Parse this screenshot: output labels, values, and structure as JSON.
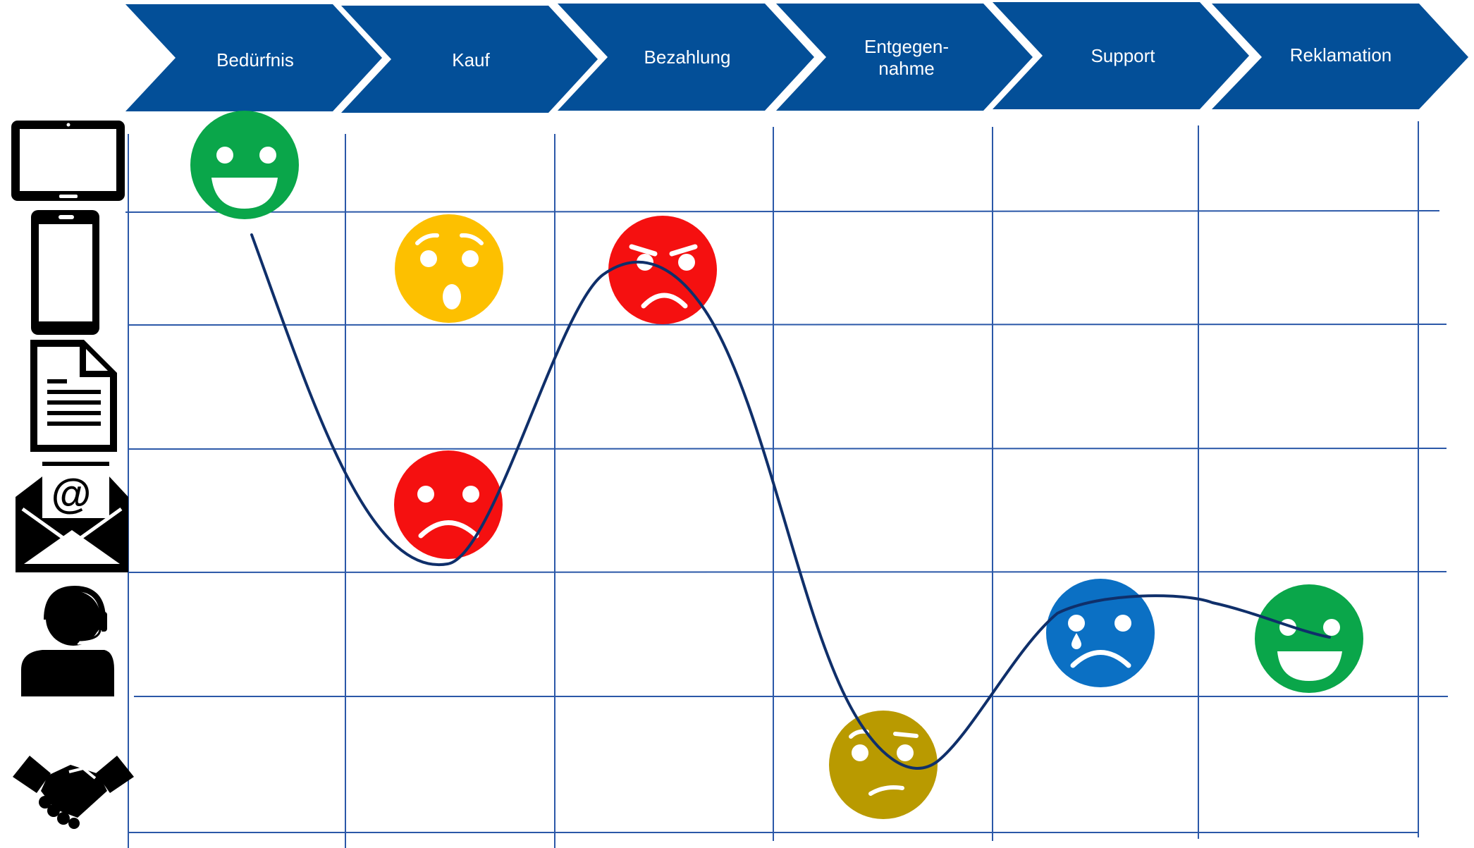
{
  "stages": [
    {
      "label": "Bedürfnis"
    },
    {
      "label": "Kauf"
    },
    {
      "label": "Bezahlung"
    },
    {
      "label": "Entgegen-",
      "label2": "nahme"
    },
    {
      "label": "Support"
    },
    {
      "label": "Reklamation"
    }
  ],
  "channels": [
    {
      "icon": "tablet-icon"
    },
    {
      "icon": "smartphone-icon"
    },
    {
      "icon": "document-icon"
    },
    {
      "icon": "email-icon"
    },
    {
      "icon": "call-center-agent-icon"
    },
    {
      "icon": "handshake-icon"
    }
  ],
  "emotions": [
    {
      "stage": "Bedürfnis",
      "channel": "tablet-icon",
      "mood": "very-happy",
      "color": "#0AA64A"
    },
    {
      "stage": "Kauf",
      "channel": "smartphone-icon",
      "mood": "shocked",
      "color": "#FDC000"
    },
    {
      "stage": "Bezahlung",
      "channel": "smartphone-icon",
      "mood": "angry",
      "color": "#F51010"
    },
    {
      "stage": "Kauf",
      "channel": "email-icon",
      "mood": "sad",
      "color": "#F51010"
    },
    {
      "stage": "Entgegen-nahme",
      "channel": "handshake-icon",
      "mood": "unsure",
      "color": "#B99A00"
    },
    {
      "stage": "Support",
      "channel": "call-center-agent-icon",
      "mood": "crying",
      "color": "#0B70C4"
    },
    {
      "stage": "Reklamation",
      "channel": "call-center-agent-icon",
      "mood": "very-happy",
      "color": "#0AA64A"
    }
  ],
  "colors": {
    "stage_fill": "#034F98",
    "grid": "#2B58A8",
    "journey_line": "#0F2F6A",
    "icons": "#000000"
  }
}
